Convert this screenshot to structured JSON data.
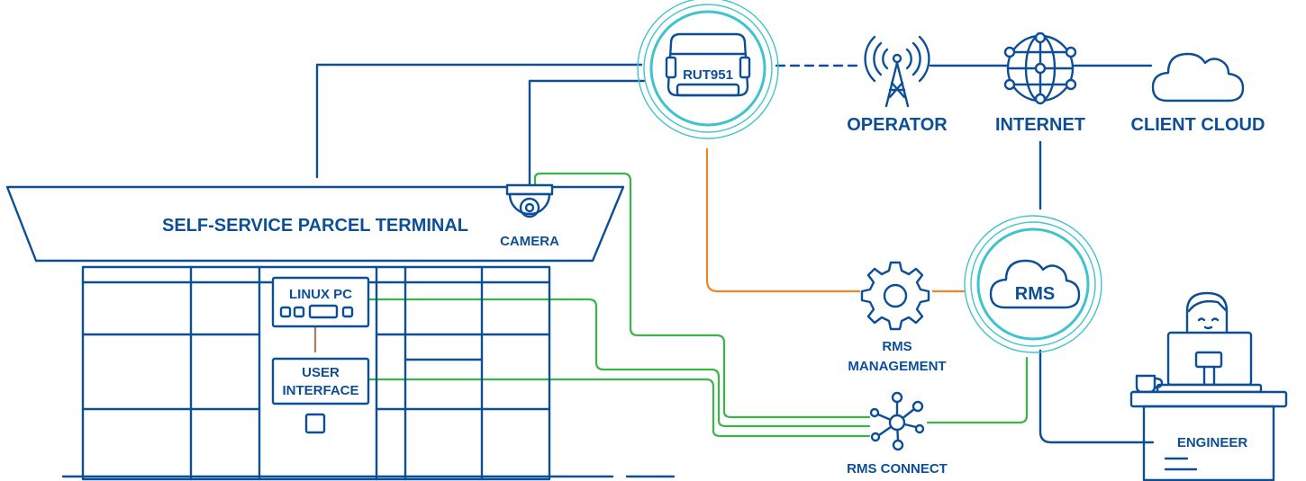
{
  "diagram": {
    "terminal_label": "SELF-SERVICE PARCEL TERMINAL",
    "camera_label": "CAMERA",
    "linux_pc_label": "LINUX PC",
    "user_interface_label_line1": "USER",
    "user_interface_label_line2": "INTERFACE",
    "router_label": "RUT951",
    "operator_label": "OPERATOR",
    "internet_label": "INTERNET",
    "client_cloud_label": "CLIENT CLOUD",
    "rms_label": "RMS",
    "rms_management_line1": "RMS",
    "rms_management_line2": "MANAGEMENT",
    "rms_connect_label": "RMS CONNECT",
    "engineer_label": "ENGINEER"
  },
  "colors": {
    "primary": "#0d4f96",
    "halo": "#40c4cc",
    "connect_line": "#3ab54a",
    "management_line": "#f08428",
    "internal_link": "#b07d5a"
  },
  "icons": [
    "router-icon",
    "antenna-tower-icon",
    "globe-network-icon",
    "cloud-icon",
    "gear-icon",
    "hub-network-icon",
    "camera-icon",
    "engineer-person-icon",
    "monitor-icon",
    "coffee-cup-icon"
  ]
}
